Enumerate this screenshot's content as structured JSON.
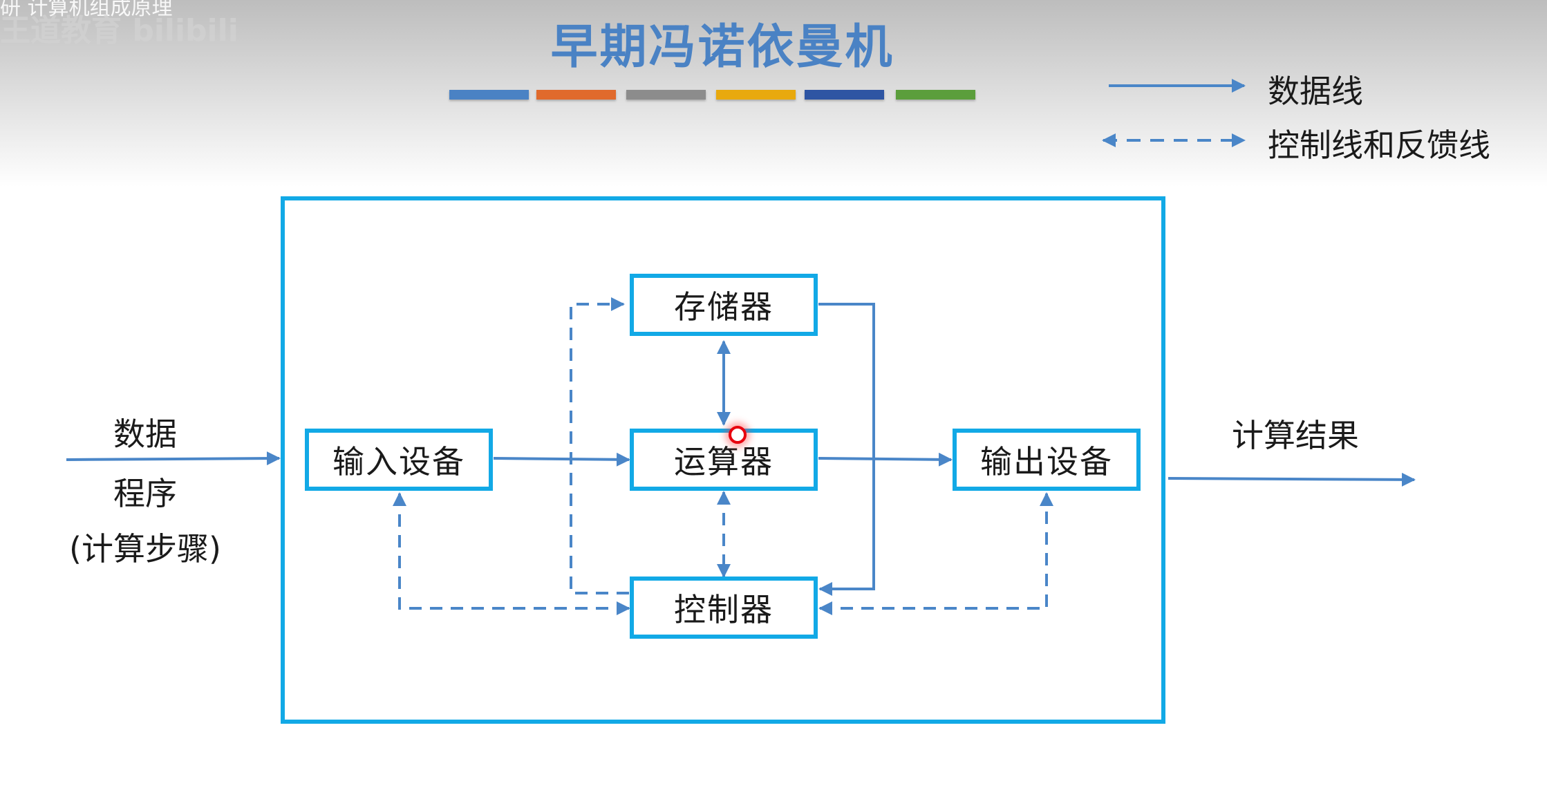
{
  "watermark": {
    "line1": "研 计算机组成原理",
    "line2": "王道教育 bilibili"
  },
  "title": "早期冯诺依曼机",
  "colors": {
    "title": "#4a82c4",
    "line": "#4a86c8",
    "frame": "#12a9e6",
    "underline_bars": [
      "#4a82c4",
      "#e06a2c",
      "#8c8c8c",
      "#e8a90e",
      "#2e55a3",
      "#5b9e3c"
    ]
  },
  "legend": {
    "data_line": "数据线",
    "control_line": "控制线和反馈线"
  },
  "inputs": {
    "data": "数据",
    "program": "程序",
    "steps": "(计算步骤)"
  },
  "output_label": "计算结果",
  "nodes": {
    "memory": "存储器",
    "alu": "运算器",
    "control": "控制器",
    "input": "输入设备",
    "output": "输出设备"
  }
}
